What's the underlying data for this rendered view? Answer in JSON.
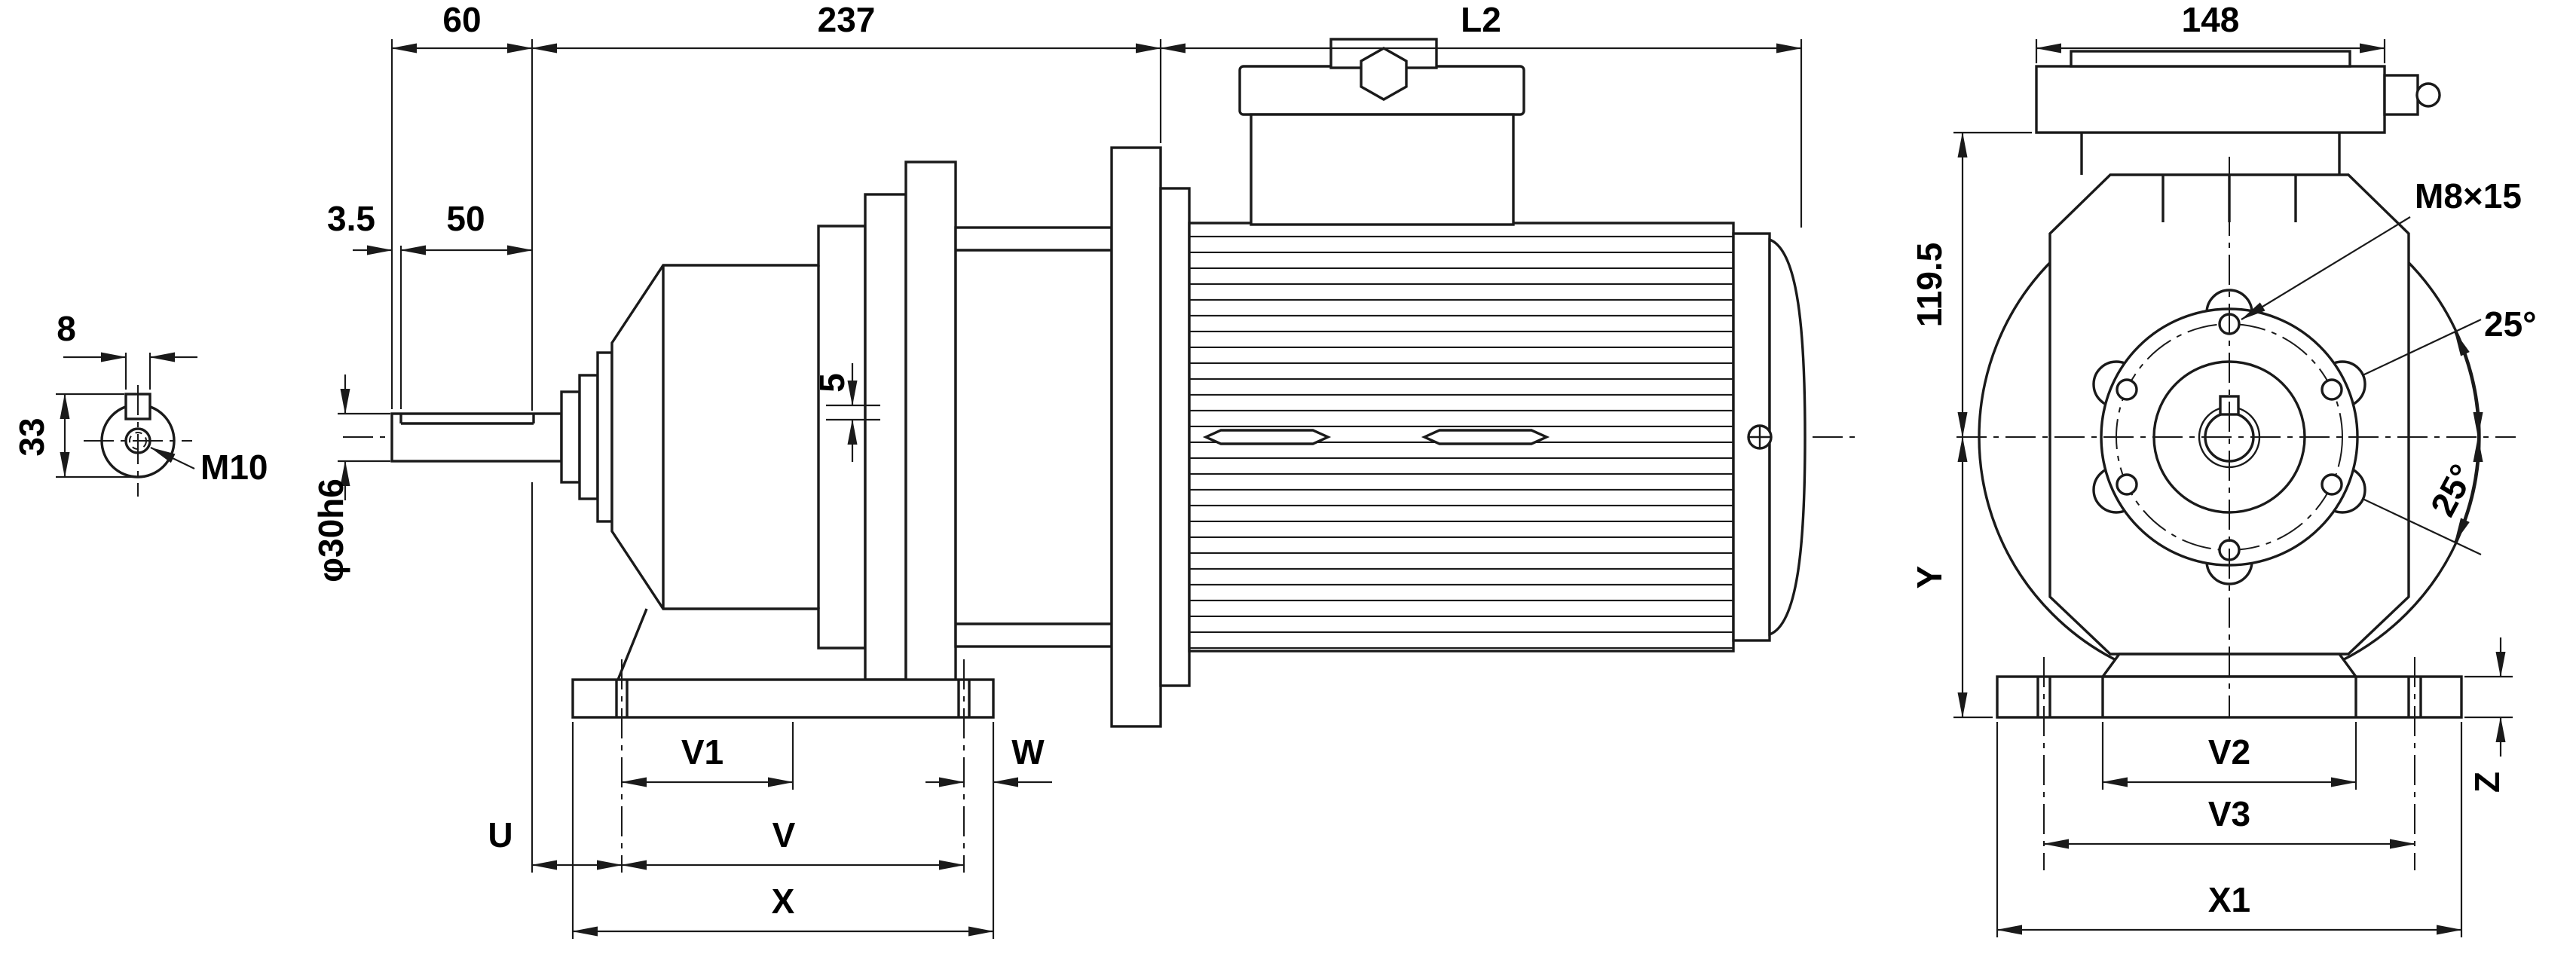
{
  "drawing": {
    "title": "gearmotor dimensional drawing",
    "line_color": "#1a1a1a",
    "background": "#ffffff"
  },
  "side_view": {
    "top_dims": {
      "d60": "60",
      "d237": "237",
      "dL2": "L2"
    },
    "shaft_dims": {
      "d3_5": "3.5",
      "d50": "50",
      "dia": "φ30h6",
      "d5": "5"
    },
    "shaft_section": {
      "d8": "8",
      "d33": "33",
      "m10": "M10"
    },
    "foot_dims": {
      "v1": "V1",
      "w": "W",
      "u": "U",
      "v": "V",
      "x": "X"
    }
  },
  "front_view": {
    "d148": "148",
    "d119_5": "119.5",
    "m8": "M8×15",
    "angle_upper": "25°",
    "angle_lower": "25°",
    "y": "Y",
    "foot_dims": {
      "v2": "V2",
      "v3": "V3",
      "x1": "X1",
      "z": "Z"
    }
  }
}
